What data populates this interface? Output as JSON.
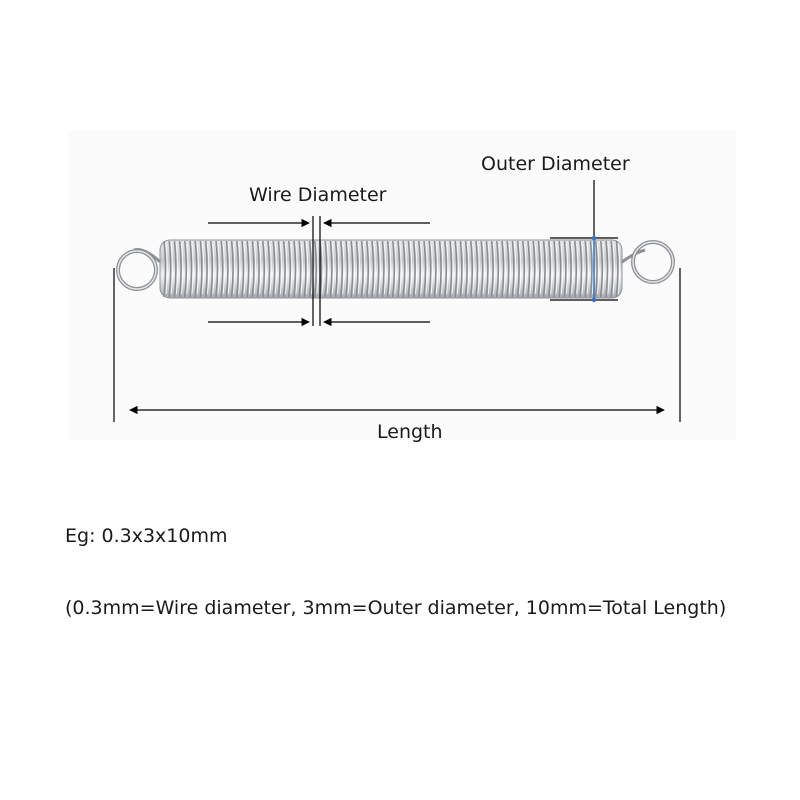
{
  "labels": {
    "wire_diameter": "Wire Diameter",
    "outer_diameter": "Outer Diameter",
    "length": "Length"
  },
  "captions": {
    "example": "Eg: 0.3x3x10mm",
    "explanation": "(0.3mm=Wire diameter, 3mm=Outer diameter, 10mm=Total Length)"
  },
  "colors": {
    "spring_steel": "#9a9da2",
    "dimension_lines": "#000000",
    "outer_diameter_marker": "#3a6fc4",
    "text": "#1a1a1a"
  }
}
